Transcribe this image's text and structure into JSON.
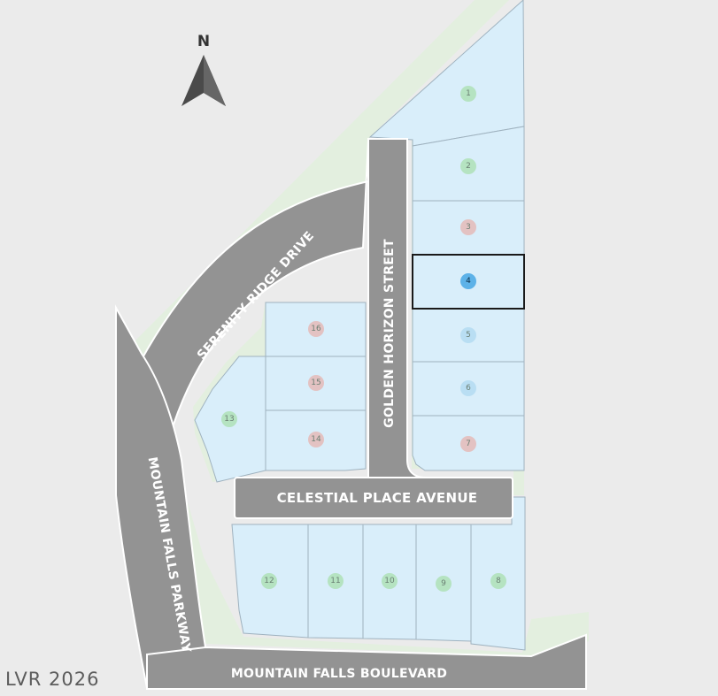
{
  "compass": {
    "label": "N"
  },
  "roads": {
    "serenity_ridge": "SERENITY RIDGE DRIVE",
    "golden_horizon": "GOLDEN HORIZON STREET",
    "celestial_place": "CELESTIAL PLACE AVENUE",
    "mountain_falls_parkway": "MOUNTAIN FALLS PARKWAY",
    "mountain_falls_boulevard": "MOUNTAIN FALLS BOULEVARD"
  },
  "colors": {
    "background": "#ebebeb",
    "green_space": "#e3efdf",
    "lot_fill": "#d9eefa",
    "road": "#939393",
    "road_edge": "#ffffff",
    "available": "#b5e3c1",
    "reserved": "#e3c2c2",
    "highlighted": "#5db2e8",
    "pending": "#b9def3"
  },
  "lots": [
    {
      "number": "1",
      "status": "available"
    },
    {
      "number": "2",
      "status": "available"
    },
    {
      "number": "3",
      "status": "reserved"
    },
    {
      "number": "4",
      "status": "highlighted"
    },
    {
      "number": "5",
      "status": "pending"
    },
    {
      "number": "6",
      "status": "pending"
    },
    {
      "number": "7",
      "status": "reserved"
    },
    {
      "number": "8",
      "status": "available"
    },
    {
      "number": "9",
      "status": "available"
    },
    {
      "number": "10",
      "status": "available"
    },
    {
      "number": "11",
      "status": "available"
    },
    {
      "number": "12",
      "status": "available"
    },
    {
      "number": "13",
      "status": "available"
    },
    {
      "number": "14",
      "status": "reserved"
    },
    {
      "number": "15",
      "status": "reserved"
    },
    {
      "number": "16",
      "status": "reserved"
    }
  ],
  "watermark": "LVR 2026"
}
